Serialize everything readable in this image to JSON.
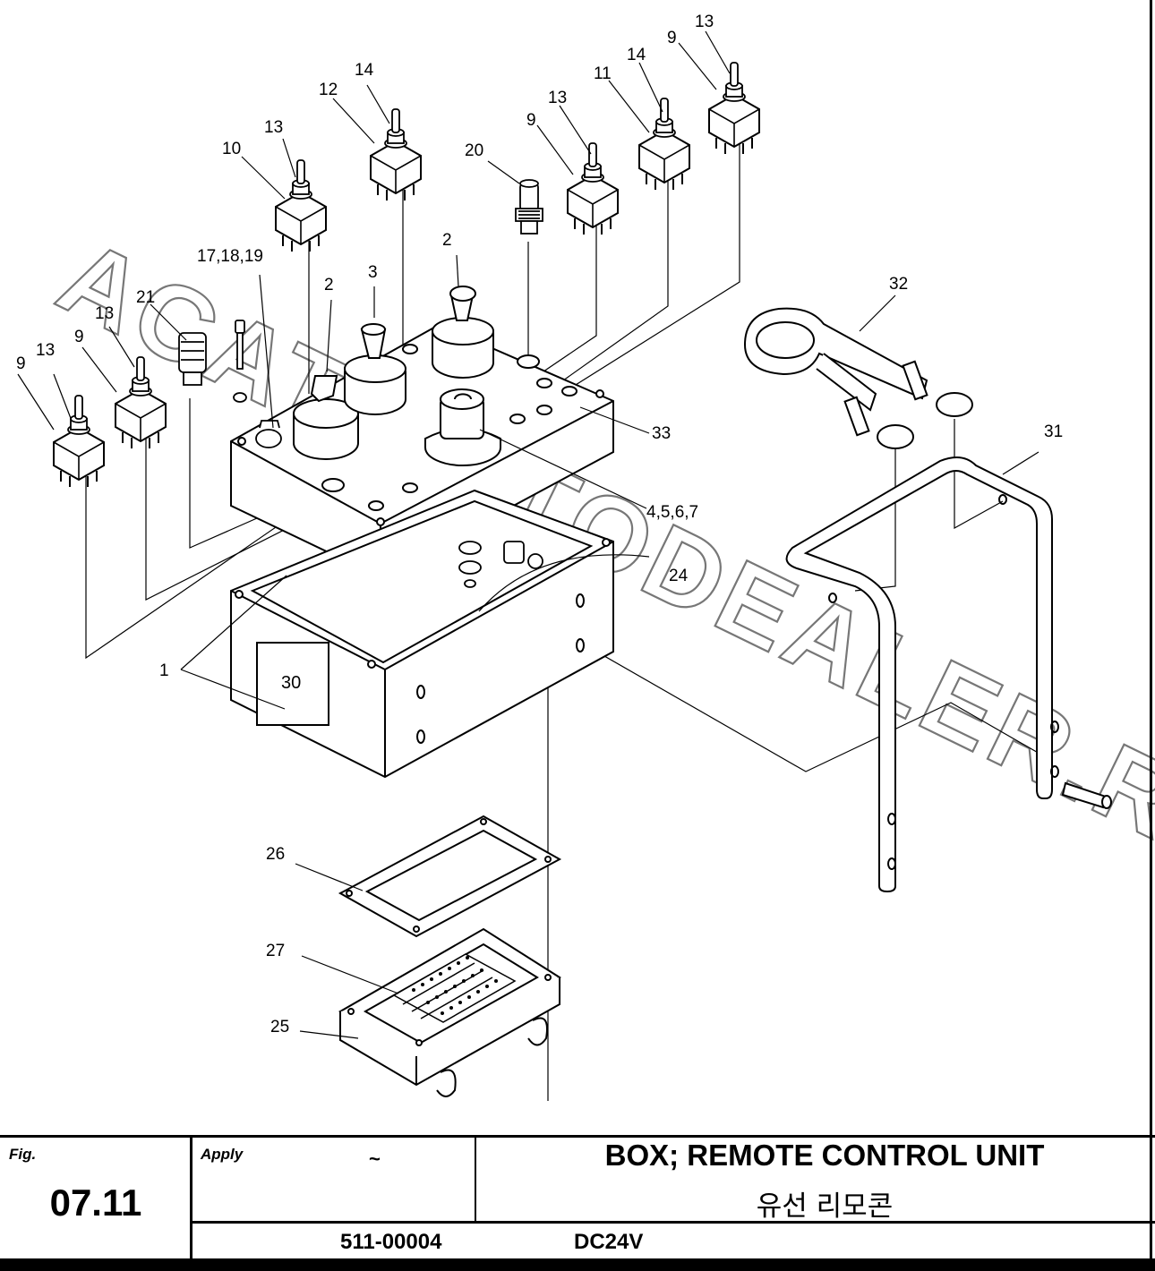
{
  "diagram": {
    "watermark": "ACAT.AUTODEALER.RU",
    "callouts": {
      "c1": "1",
      "c2a": "2",
      "c2b": "2",
      "c3": "3",
      "c4": "4,5,6,7",
      "c9a": "9",
      "c9b": "9",
      "c9c": "9",
      "c9d": "9",
      "c10": "10",
      "c11": "11",
      "c12": "12",
      "c13a": "13",
      "c13b": "13",
      "c13c": "13",
      "c13d": "13",
      "c13e": "13",
      "c14a": "14",
      "c14b": "14",
      "c17": "17,18,19",
      "c20": "20",
      "c21": "21",
      "c24": "24",
      "c25": "25",
      "c26": "26",
      "c27": "27",
      "c30": "30",
      "c31": "31",
      "c32": "32",
      "c33": "33"
    }
  },
  "title_block": {
    "fig_label": "Fig.",
    "fig_number": "07.11",
    "apply_label": "Apply",
    "apply_value": "~",
    "title_en": "BOX; REMOTE CONTROL UNIT",
    "title_ko": "유선 리모콘",
    "part_number": "511-00004",
    "voltage": "DC24V"
  }
}
